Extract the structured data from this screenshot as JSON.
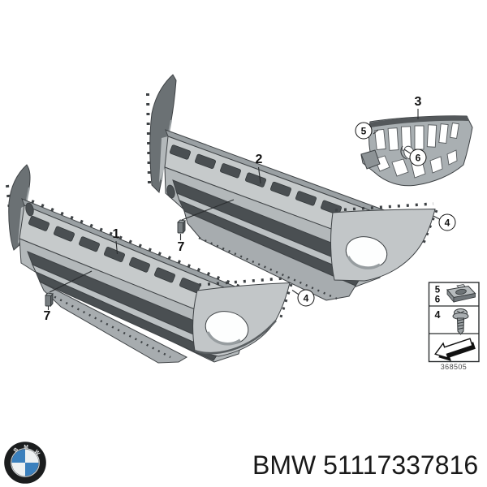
{
  "diagram": {
    "callout_labels": {
      "item1": "1",
      "item2": "2",
      "item3": "3",
      "item4": "4",
      "item5": "5",
      "item6": "6",
      "item7": "7"
    },
    "legend": {
      "row1_labels": [
        "5",
        "6"
      ],
      "row2_label": "4",
      "icons": [
        "speed-nut-clip-icon",
        "screw-icon",
        "direction-arrow-icon"
      ],
      "figure_number": "368505"
    }
  },
  "footer": {
    "brand_label": "BMW",
    "part_number": "51117337816",
    "logo_letters": [
      "B",
      "M",
      "W"
    ]
  },
  "colors": {
    "background": "#ffffff",
    "line": "#3e4245",
    "bumper_light": "#c6cacb",
    "bumper_dark": "#6b7174",
    "slot_dark": "#4a4f52",
    "bmw_blue": "#3b80bd",
    "text": "#191919"
  }
}
